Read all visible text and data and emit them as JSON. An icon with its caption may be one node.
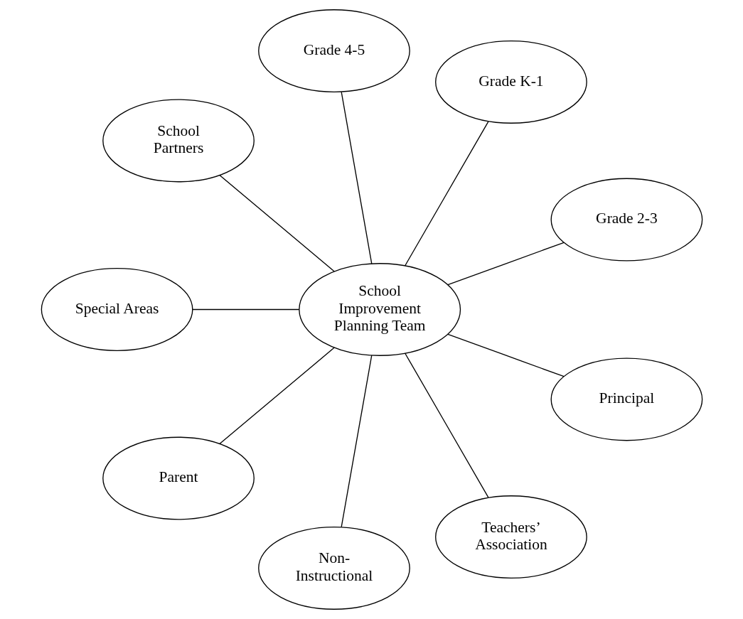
{
  "diagram": {
    "nodes": [
      {
        "text": [
          "Grade 2-3"
        ]
      },
      {
        "text": [
          "Grade K-1"
        ]
      },
      {
        "text": [
          "Grade 4-5"
        ]
      },
      {
        "text": [
          "School Partners"
        ]
      },
      {
        "text": [
          "School Improvement Planning Team"
        ]
      },
      {
        "text": [
          "Special Areas"
        ]
      },
      {
        "text": [
          "Parent"
        ]
      },
      {
        "text": [
          "Non- Instructional"
        ]
      },
      {
        "text": [
          "Teachers’ Association"
        ]
      },
      {
        "text": [
          "Principal"
        ]
      }
    ],
    "edges": [
      {
        "from": 4,
        "to": 0,
        "arrow": "none"
      },
      {
        "from": 4,
        "to": 1,
        "arrow": "none"
      },
      {
        "from": 4,
        "to": 2,
        "arrow": "none"
      },
      {
        "from": 4,
        "to": 3,
        "arrow": "none"
      },
      {
        "from": 4,
        "to": 5,
        "arrow": "none"
      },
      {
        "from": 4,
        "to": 6,
        "arrow": "none"
      },
      {
        "from": 4,
        "to": 7,
        "arrow": "none"
      },
      {
        "from": 4,
        "to": 8,
        "arrow": "none"
      },
      {
        "from": 4,
        "to": 9,
        "arrow": "none"
      }
    ]
  }
}
